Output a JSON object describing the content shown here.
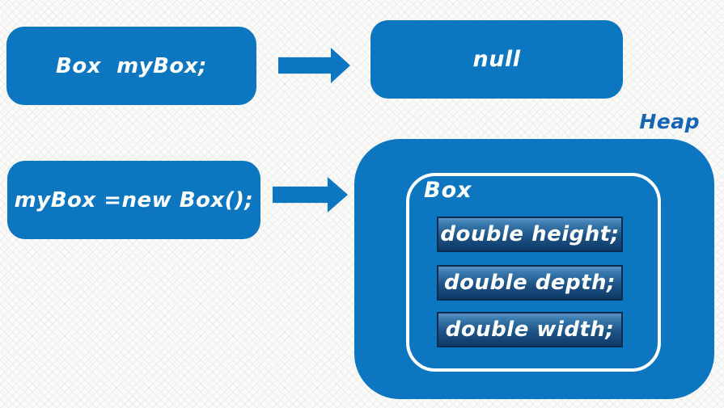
{
  "colors": {
    "shape_blue": "#0d76c1",
    "heap_label_blue": "#1565b5",
    "field_border": "#0a2c50",
    "field_grad_top": "#5d93c0",
    "field_grad_mid": "#1d5487",
    "field_grad_bottom": "#0e3a67",
    "text_white": "#ffffff",
    "bg_base": "#fafaf8",
    "bg_line": "#ececea"
  },
  "diagram": {
    "statement1": "Box  myBox;",
    "result1": "null",
    "heap_label": "Heap",
    "statement2": "myBox =new Box();",
    "object": {
      "class_name": "Box",
      "fields": [
        "double height;",
        "double depth;",
        "double width;"
      ]
    }
  }
}
